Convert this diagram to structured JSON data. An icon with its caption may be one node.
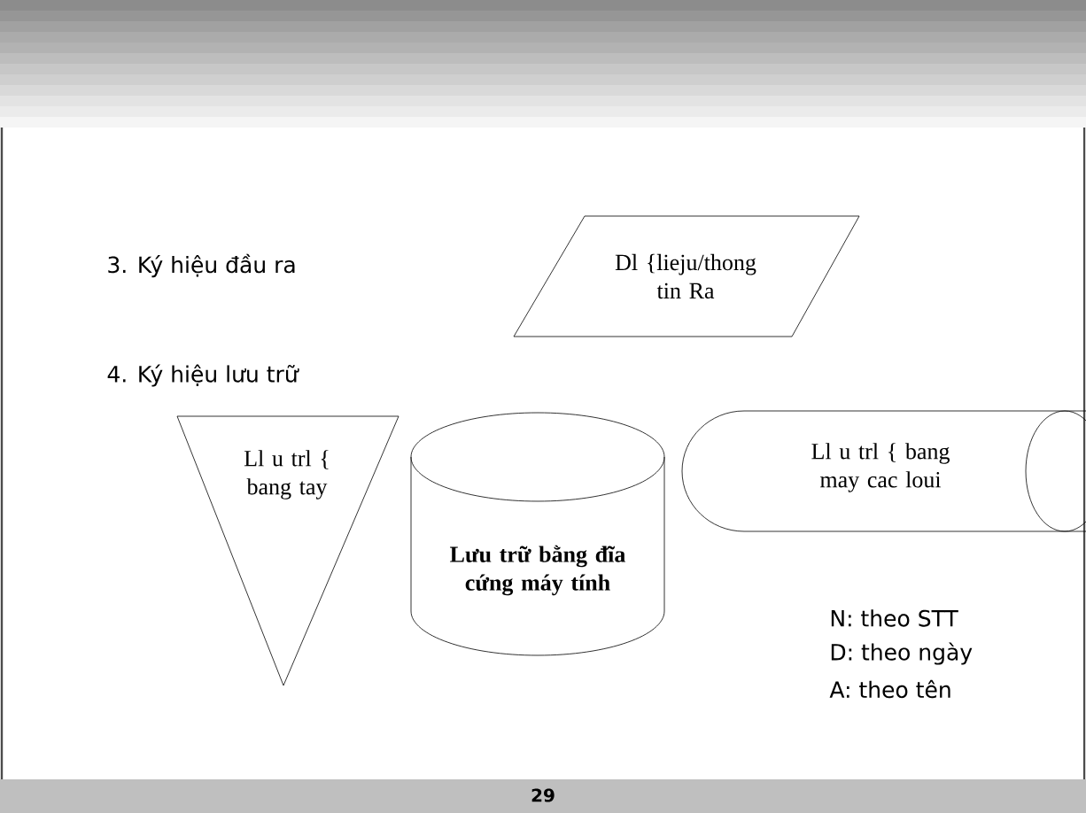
{
  "diagram": {
    "nodes": [
      {
        "text": [
          "Dl {lieju/thong tin Ra"
        ]
      },
      {
        "text": [
          "Ll u trl { bang tay"
        ]
      },
      {
        "text": [
          "Lưu trữ bằng đĩa cứng máy tính"
        ]
      },
      {
        "text": [
          "Ll u trl { bang may cac loui"
        ]
      }
    ],
    "labels": [
      "3. Ký hiệu đầu ra",
      "4. Ký hiệu lưu trữ",
      "N: theo STT",
      "D: theo ngày",
      "A: theo tên",
      "29"
    ]
  }
}
